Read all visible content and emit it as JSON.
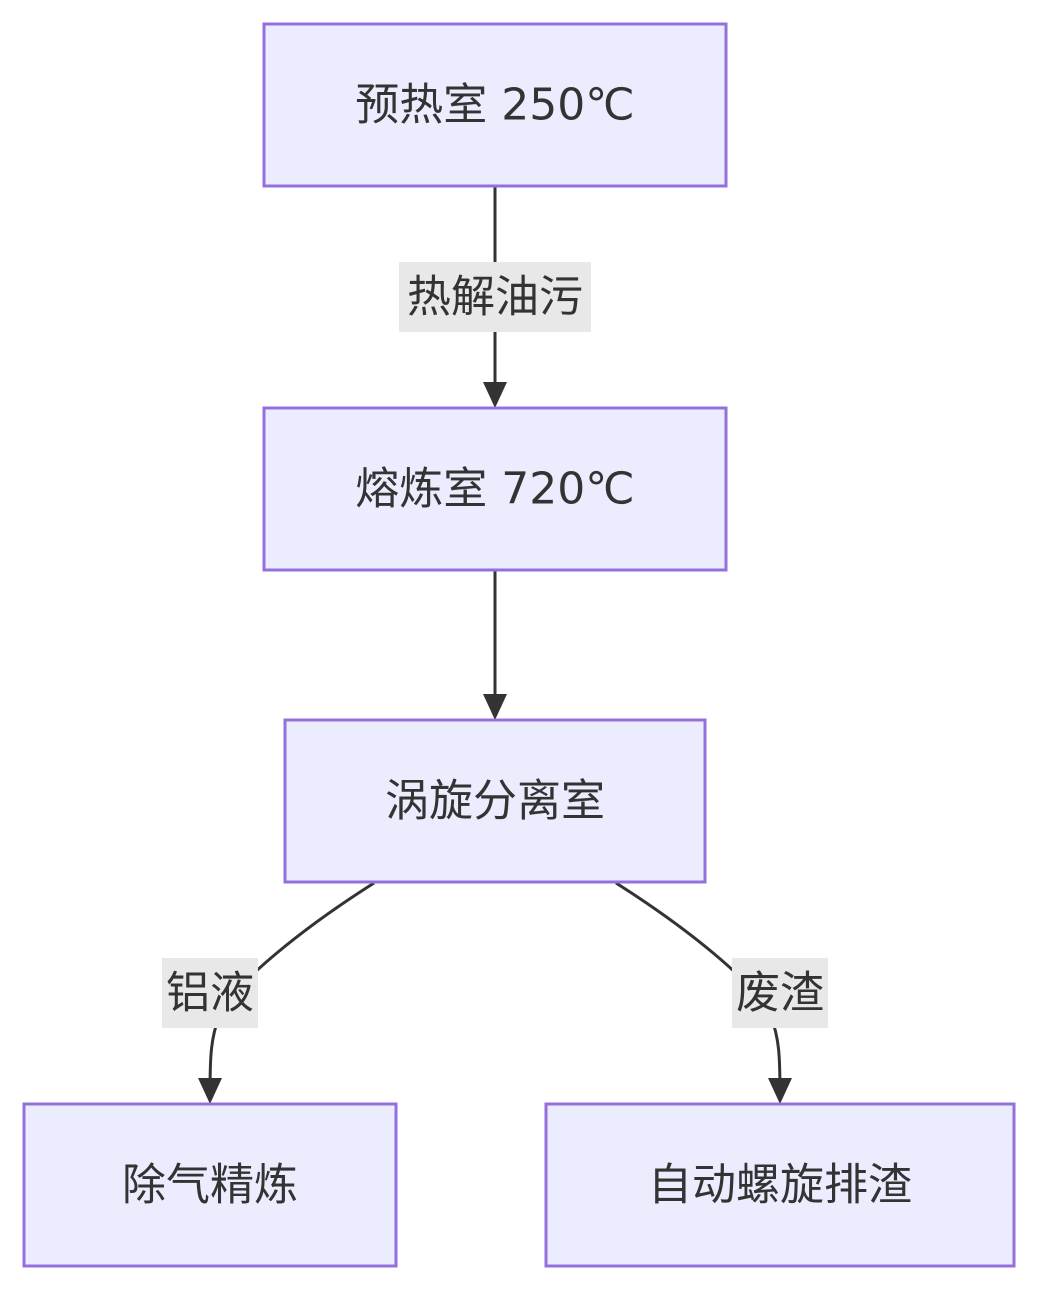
{
  "diagram": {
    "nodes": {
      "preheat": "预热室 250℃",
      "melt": "熔炼室 720℃",
      "vortex": "涡旋分离室",
      "degas": "除气精炼",
      "slag": "自动螺旋排渣"
    },
    "edges": {
      "preheat_melt": "热解油污",
      "vortex_degas": "铝液",
      "vortex_slag": "废渣"
    },
    "colors": {
      "node_fill": "#ECECFF",
      "node_stroke": "#9370DB",
      "edge": "#333333",
      "label_bg": "#E8E8E8"
    }
  }
}
